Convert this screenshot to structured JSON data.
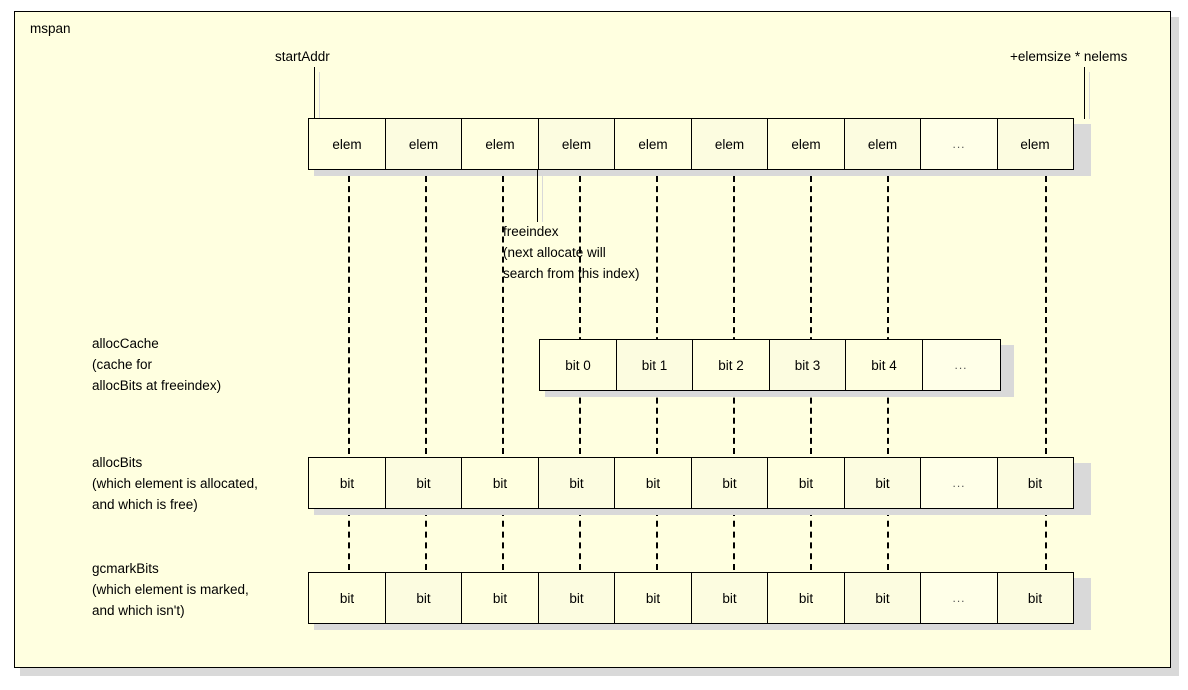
{
  "diagram": {
    "container_label": "mspan",
    "background_color": "#ffffe0",
    "border_color": "#000000",
    "shadow_color": "#d9d9d9"
  },
  "pointers": {
    "start_addr_label": "startAddr",
    "end_addr_label": "+elemsize * nelems",
    "freeindex_label_line1": "freeindex",
    "freeindex_label_line2": "(next allocate will",
    "freeindex_label_line3": "search from this index)"
  },
  "rows": {
    "elem": {
      "name": "elem-row",
      "cells": [
        "elem",
        "elem",
        "elem",
        "elem",
        "elem",
        "elem",
        "elem",
        "elem",
        "...",
        "elem"
      ]
    },
    "alloc_cache": {
      "name": "allocCache-row",
      "label_line1": "allocCache",
      "label_line2": "(cache for",
      "label_line3": "allocBits at freeindex)",
      "cells": [
        "bit 0",
        "bit 1",
        "bit 2",
        "bit 3",
        "bit 4",
        "..."
      ]
    },
    "alloc_bits": {
      "name": "allocBits-row",
      "label_line1": "allocBits",
      "label_line2": "(which element is allocated,",
      "label_line3": "and which is free)",
      "cells": [
        "bit",
        "bit",
        "bit",
        "bit",
        "bit",
        "bit",
        "bit",
        "bit",
        "...",
        "bit"
      ]
    },
    "gcmark_bits": {
      "name": "gcmarkBits-row",
      "label_line1": "gcmarkBits",
      "label_line2": "(which element is marked,",
      "label_line3": "and which isn't)",
      "cells": [
        "bit",
        "bit",
        "bit",
        "bit",
        "bit",
        "bit",
        "bit",
        "bit",
        "...",
        "bit"
      ]
    }
  }
}
